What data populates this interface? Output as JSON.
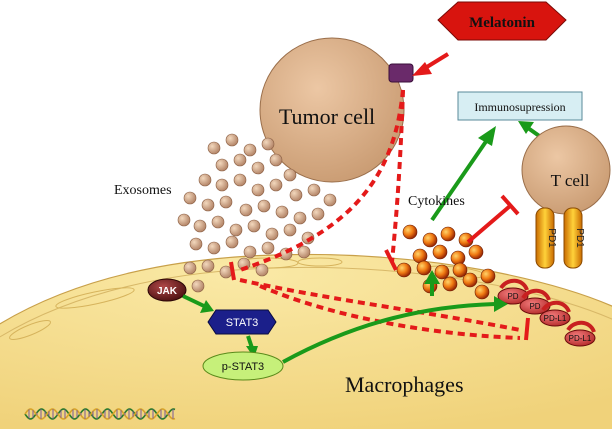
{
  "labels": {
    "melatonin": "Melatonin",
    "tumor_cell": "Tumor cell",
    "immunosuppression": "Immunosupression",
    "exosomes": "Exosomes",
    "cytokines": "Cytokines",
    "t_cell": "T cell",
    "pd1": "PD1",
    "jak": "JAK",
    "stat3": "STAT3",
    "p_stat3": "p-STAT3",
    "macrophages": "Macrophages",
    "pd_l1": "PD-L1",
    "pd": "PD"
  },
  "colors": {
    "tumor": "#ddb48e",
    "macrophage": "#f3dd8a",
    "melatonin": "#e8140e",
    "immuno_box": "#d7eef3",
    "jak": "#6b1f1f",
    "stat3": "#1b1f8a",
    "pstat3": "#c6f07a",
    "activation": "#1a9a1a",
    "inhibition": "#e41a1a"
  }
}
